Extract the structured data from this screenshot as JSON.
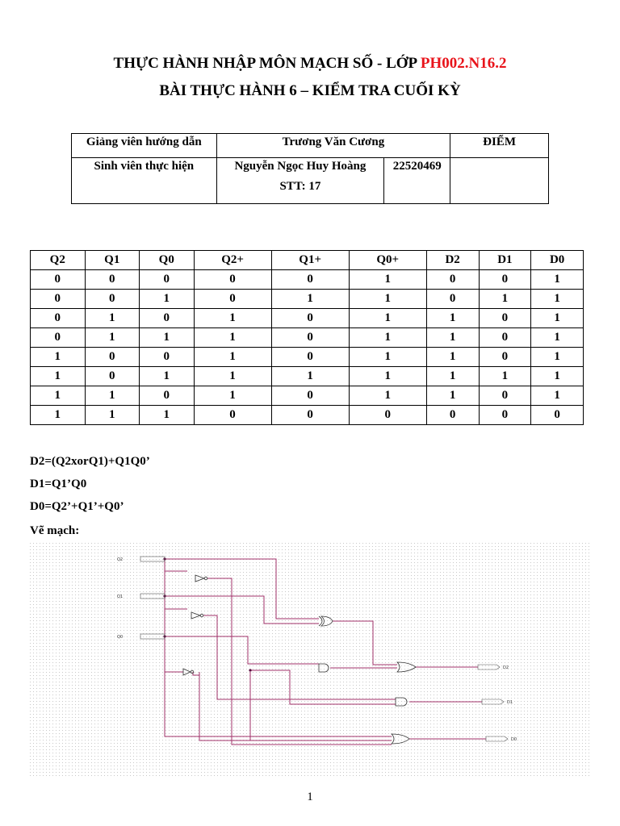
{
  "header": {
    "line1_prefix": "THỰC HÀNH NHẬP MÔN MẠCH SỐ - LỚP ",
    "line1_class": "PH002.N16.2",
    "line2": "BÀI THỰC HÀNH 6 – KIỂM TRA CUỐI KỲ"
  },
  "info": {
    "lecturer_label": "Giảng viên hướng dẫn",
    "lecturer_name": "Trương Văn Cương",
    "score_label": "ĐIỂM",
    "student_label": "Sinh viên thực hiện",
    "student_name": "Nguyễn Ngọc Huy Hoàng",
    "student_stt": "STT: 17",
    "student_id": "22520469"
  },
  "truth_table": {
    "headers": [
      "Q2",
      "Q1",
      "Q0",
      "Q2+",
      "Q1+",
      "Q0+",
      "D2",
      "D1",
      "D0"
    ],
    "rows": [
      [
        "0",
        "0",
        "0",
        "0",
        "0",
        "1",
        "0",
        "0",
        "1"
      ],
      [
        "0",
        "0",
        "1",
        "0",
        "1",
        "1",
        "0",
        "1",
        "1"
      ],
      [
        "0",
        "1",
        "0",
        "1",
        "0",
        "1",
        "1",
        "0",
        "1"
      ],
      [
        "0",
        "1",
        "1",
        "1",
        "0",
        "1",
        "1",
        "0",
        "1"
      ],
      [
        "1",
        "0",
        "0",
        "1",
        "0",
        "1",
        "1",
        "0",
        "1"
      ],
      [
        "1",
        "0",
        "1",
        "1",
        "1",
        "1",
        "1",
        "1",
        "1"
      ],
      [
        "1",
        "1",
        "0",
        "1",
        "0",
        "1",
        "1",
        "0",
        "1"
      ],
      [
        "1",
        "1",
        "1",
        "0",
        "0",
        "0",
        "0",
        "0",
        "0"
      ]
    ]
  },
  "equations": {
    "d2": "D2=(Q2xorQ1)+Q1Q0’",
    "d1": "D1=Q1’Q0",
    "d0": "D0=Q2’+Q1’+Q0’",
    "draw_label": "Vẽ mạch:"
  },
  "circuit": {
    "inputs": [
      "Q2",
      "Q1",
      "Q0"
    ],
    "outputs": [
      "D2",
      "D1",
      "D0"
    ],
    "wire_color": "#a0306a",
    "grid_color": "#c8c8c8"
  },
  "page_number": "1"
}
